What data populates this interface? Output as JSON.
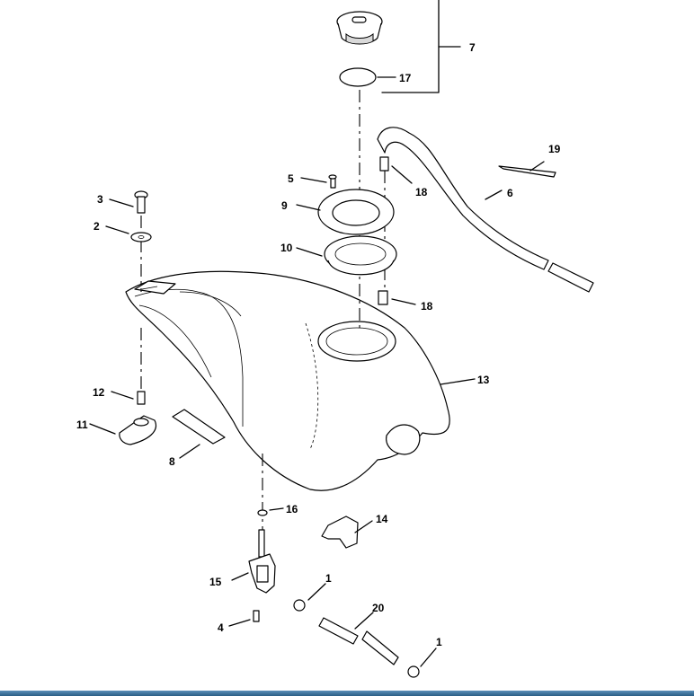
{
  "callouts": [
    {
      "id": "c7",
      "text": "7"
    },
    {
      "id": "c17",
      "text": "17"
    },
    {
      "id": "c19",
      "text": "19"
    },
    {
      "id": "c5",
      "text": "5"
    },
    {
      "id": "c18a",
      "text": "18"
    },
    {
      "id": "c6",
      "text": "6"
    },
    {
      "id": "c3",
      "text": "3"
    },
    {
      "id": "c9",
      "text": "9"
    },
    {
      "id": "c2",
      "text": "2"
    },
    {
      "id": "c10",
      "text": "10"
    },
    {
      "id": "c18b",
      "text": "18"
    },
    {
      "id": "c13",
      "text": "13"
    },
    {
      "id": "c12",
      "text": "12"
    },
    {
      "id": "c11",
      "text": "11"
    },
    {
      "id": "c8",
      "text": "8"
    },
    {
      "id": "c16",
      "text": "16"
    },
    {
      "id": "c14",
      "text": "14"
    },
    {
      "id": "c15",
      "text": "15"
    },
    {
      "id": "c1a",
      "text": "1"
    },
    {
      "id": "c20",
      "text": "20"
    },
    {
      "id": "c4",
      "text": "4"
    },
    {
      "id": "c1b",
      "text": "1"
    }
  ],
  "colors": {
    "line": "#000000",
    "bar": "#2b5f86"
  }
}
